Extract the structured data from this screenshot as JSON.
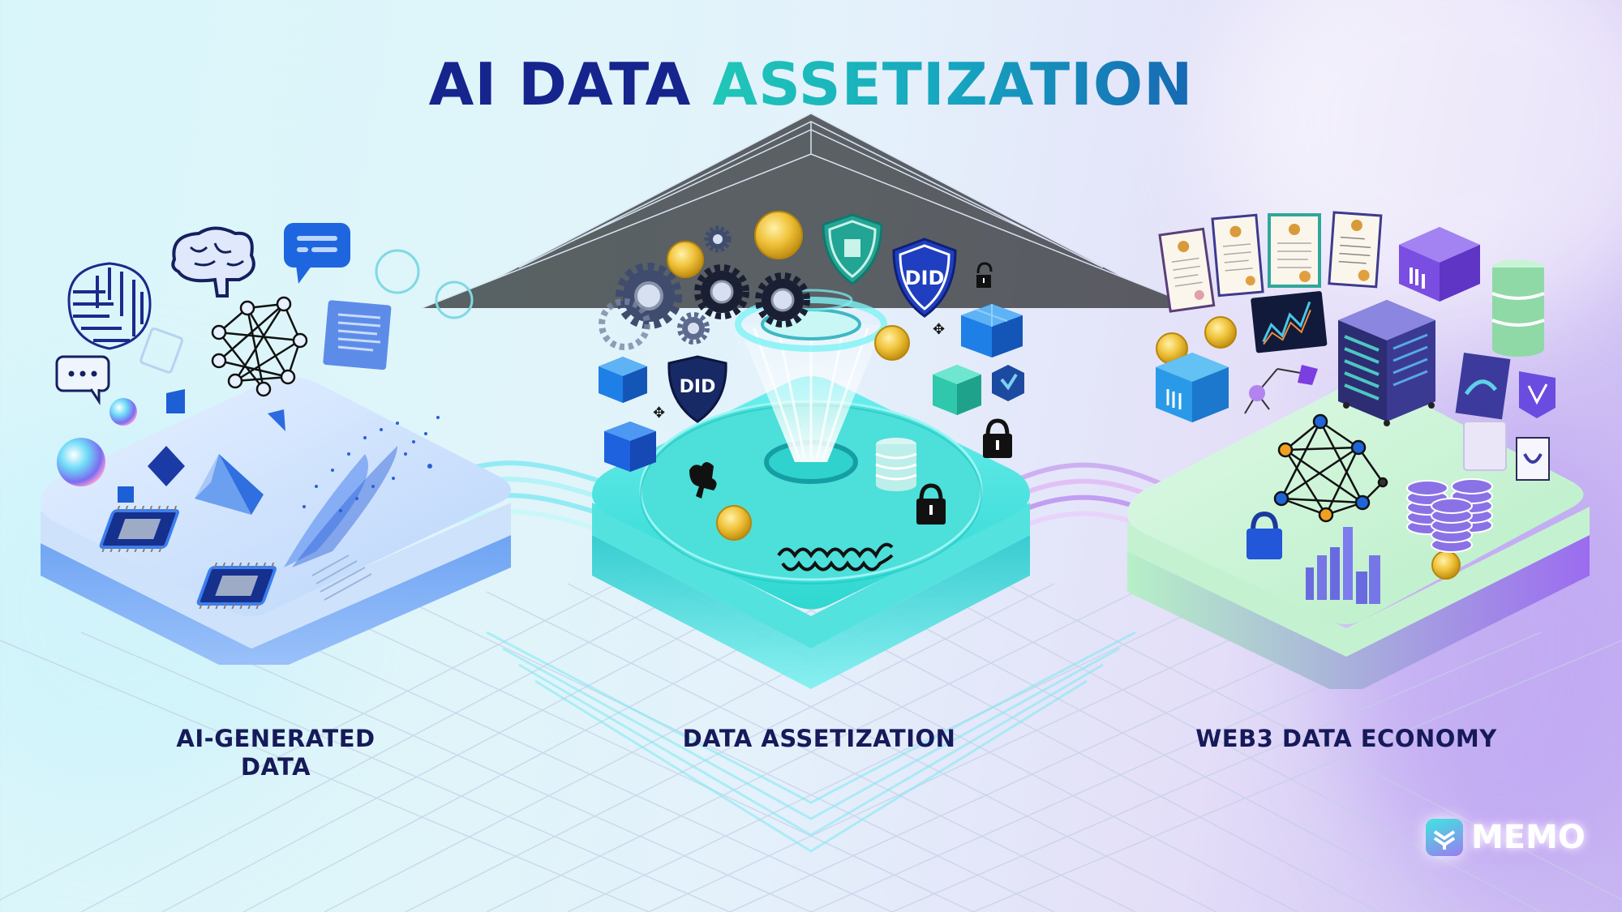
{
  "title": {
    "part1": "AI DATA ",
    "part2": "ASSETIZATION",
    "colors": {
      "part1": "#16248e",
      "part2_gradient": [
        "#20c7b7",
        "#1668b3"
      ]
    }
  },
  "stages": [
    {
      "id": "ai-generated-data",
      "label_line1": "AI-GENERATED",
      "label_line2": "DATA",
      "platform_color": "#7fb2f5",
      "icons": [
        "circuit-brain-icon",
        "brain-icon",
        "chat-bubble-icon",
        "neural-network-icon",
        "document-icon",
        "ellipsis-chat-icon",
        "bubble-sphere-icon",
        "pyramid-icon",
        "cpu-chip-icon",
        "cpu-chip-icon",
        "data-particle-stream"
      ]
    },
    {
      "id": "data-assetization",
      "label_line1": "DATA ASSETIZATION",
      "platform_color": "#3ee0d6",
      "badge_text": "DID",
      "icons": [
        "gear-icon",
        "coin-icon",
        "shield-icon",
        "did-shield-icon",
        "lock-icon",
        "cube-icon",
        "database-icon",
        "chain-icon",
        "funnel-beam-icon"
      ]
    },
    {
      "id": "web3-data-economy",
      "label_line1": "WEB3 DATA ECONOMY",
      "platform_color": "#b8efc8",
      "icons": [
        "certificate-icon",
        "certificate-icon",
        "certificate-icon",
        "certificate-icon",
        "box-icon",
        "database-cylinder-icon",
        "coin-icon",
        "chart-screen-icon",
        "server-rack-icon",
        "network-graph-icon",
        "lock-icon",
        "bar-chart-icon",
        "coin-stack-icon"
      ]
    }
  ],
  "logo": {
    "text": "MEMO"
  },
  "colors": {
    "navy": "#16248e",
    "label_text": "#161a5a",
    "teal": "#3ee0d6",
    "blue": "#2f6fe0",
    "purple": "#7b5ce6",
    "mint": "#b8efc8",
    "gold": "#e6b422"
  }
}
